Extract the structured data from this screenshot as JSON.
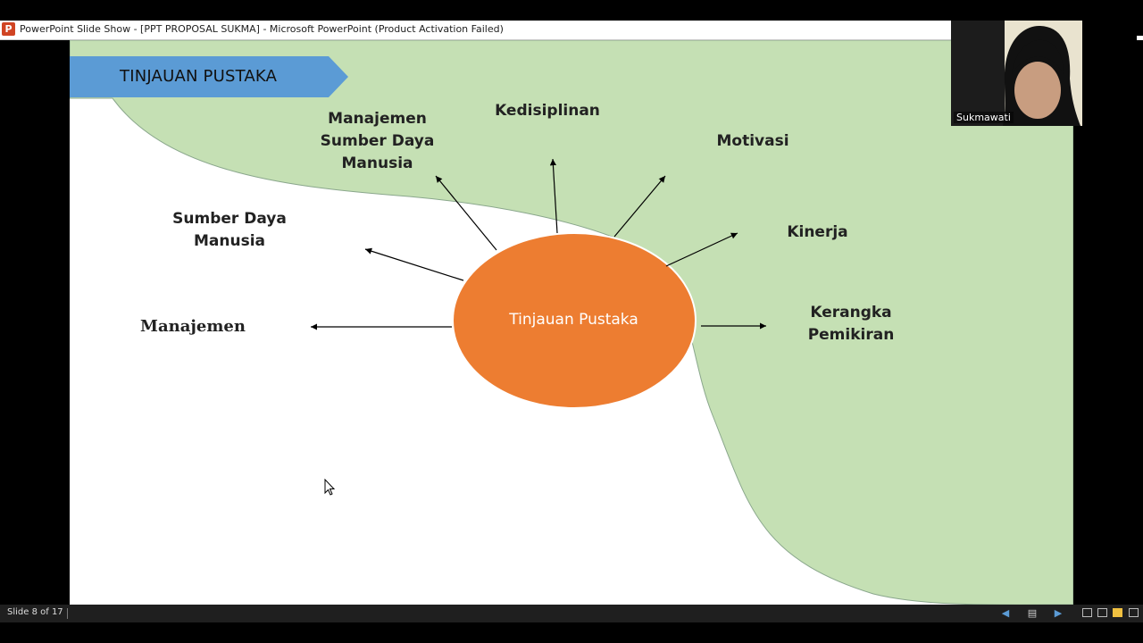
{
  "window": {
    "app_icon": "powerpoint-icon",
    "app_icon_letter": "P",
    "title": "PowerPoint Slide Show - [PPT PROPOSAL SUKMA] - Microsoft PowerPoint (Product Activation Failed)"
  },
  "slide": {
    "banner_title": "TINJAUAN PUSTAKA",
    "center": "Tinjauan Pustaka",
    "concepts": {
      "manajemen_sdm": [
        "Manajemen",
        "Sumber Daya",
        "Manusia"
      ],
      "kedisiplinan": "Kedisiplinan",
      "motivasi": "Motivasi",
      "kinerja": "Kinerja",
      "kerangka_pemikiran": [
        "Kerangka",
        "Pemikiran"
      ],
      "sdm": [
        "Sumber Daya",
        "Manusia"
      ],
      "manajemen": "Manajemen"
    },
    "colors": {
      "banner": "#5b9bd5",
      "center_ellipse": "#ed7d31",
      "background_shape": "#c5e0b4"
    }
  },
  "status_bar": {
    "slide_counter": "Slide 8 of 17",
    "icons": [
      "previous-icon",
      "menu-icon",
      "next-icon",
      "normal-view-icon",
      "slide-sorter-icon",
      "reading-view-icon",
      "slide-show-icon"
    ]
  },
  "video": {
    "participant_name": "Sukmawati"
  }
}
